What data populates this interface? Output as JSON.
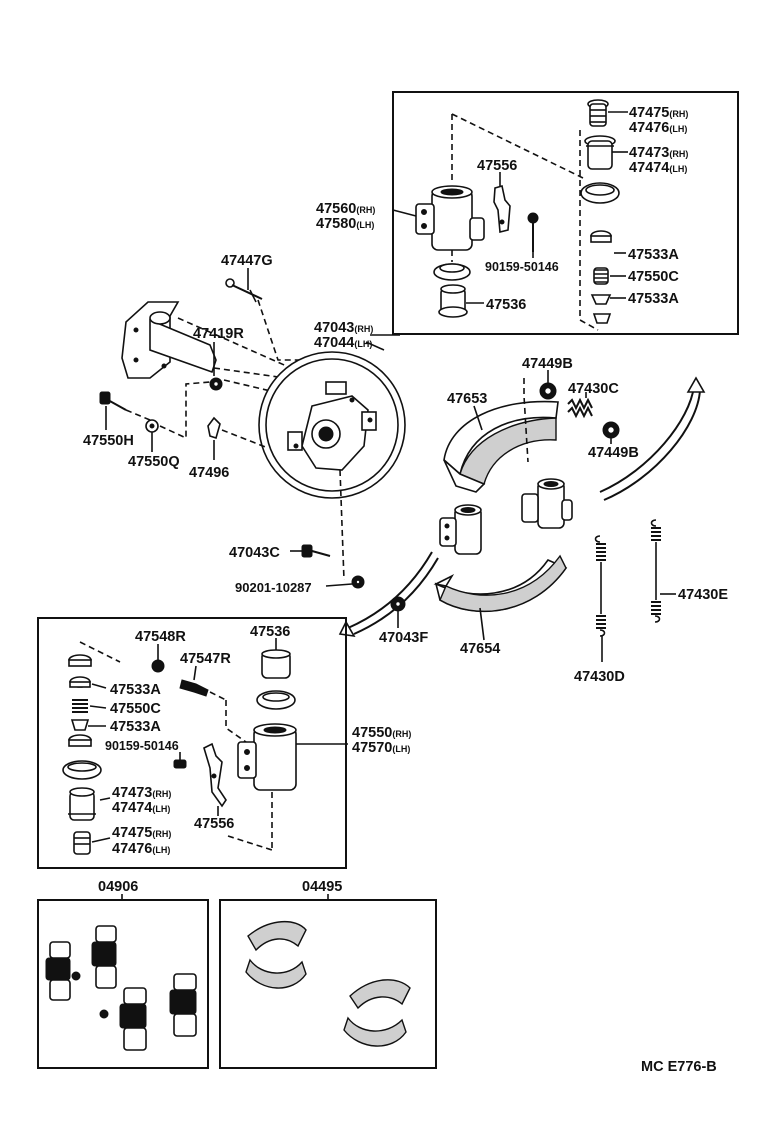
{
  "labels": {
    "p47475_top": "47475",
    "p47475_top_sfx": "(RH)",
    "p47476_top": "47476",
    "p47476_top_sfx": "(LH)",
    "p47473_top": "47473",
    "p47473_top_sfx": "(RH)",
    "p47474_top": "47474",
    "p47474_top_sfx": "(LH)",
    "p47556_top": "47556",
    "p47560": "47560",
    "p47560_sfx": "(RH)",
    "p47580": "47580",
    "p47580_sfx": "(LH)",
    "p90159_top": "90159-50146",
    "p47533A_top1": "47533A",
    "p47550C_top": "47550C",
    "p47533A_top2": "47533A",
    "p47536_top": "47536",
    "p47447G": "47447G",
    "p47419R": "47419R",
    "p47043": "47043",
    "p47043_sfx": "(RH)",
    "p47044": "47044",
    "p47044_sfx": "(LH)",
    "p47550H": "47550H",
    "p47550Q": "47550Q",
    "p47496": "47496",
    "p47449B_top": "47449B",
    "p47430C": "47430C",
    "p47653": "47653",
    "p47449B_bot": "47449B",
    "p47043C": "47043C",
    "p90201": "90201-10287",
    "p47043F": "47043F",
    "p47654": "47654",
    "p47430D": "47430D",
    "p47430E": "47430E",
    "p47548R": "47548R",
    "p47536_bot": "47536",
    "p47547R": "47547R",
    "p47533A_bot1": "47533A",
    "p47550C_bot": "47550C",
    "p47533A_bot2": "47533A",
    "p90159_bot": "90159-50146",
    "p47550": "47550",
    "p47550_sfx": "(RH)",
    "p47570": "47570",
    "p47570_sfx": "(LH)",
    "p47473_bot": "47473",
    "p47473_bot_sfx": "(RH)",
    "p47474_bot": "47474",
    "p47474_bot_sfx": "(LH)",
    "p47556_bot": "47556",
    "p47475_bot": "47475",
    "p47475_bot_sfx": "(RH)",
    "p47476_bot": "47476",
    "p47476_bot_sfx": "(LH)",
    "kit04906": "04906",
    "kit04495": "04495",
    "diagram_code": "MC E776-B"
  }
}
